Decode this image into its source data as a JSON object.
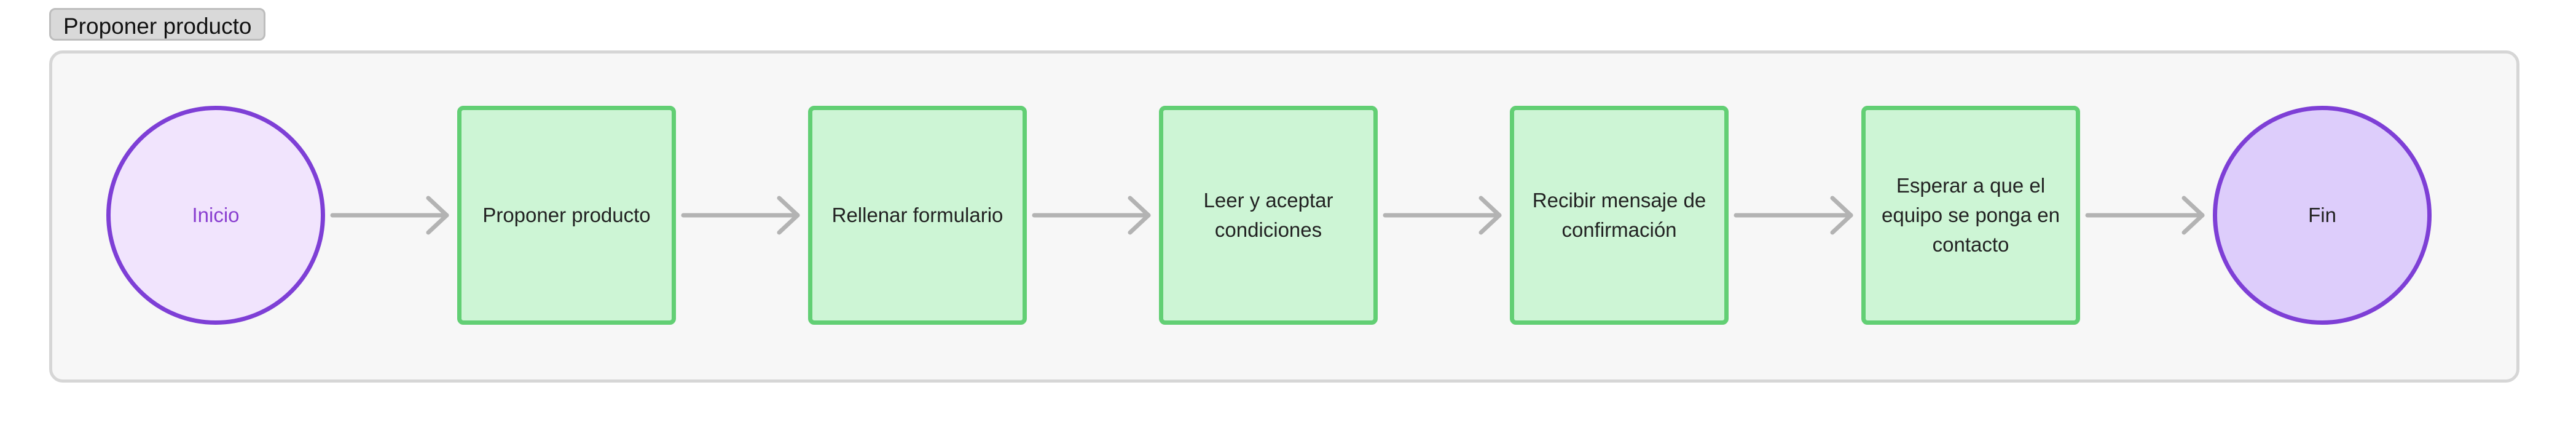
{
  "frame": {
    "label": "Proponer producto"
  },
  "nodes": {
    "start": "Inicio",
    "step1": "Proponer producto",
    "step2": "Rellenar formulario",
    "step3": "Leer y aceptar condiciones",
    "step4": "Recibir mensaje de confirmación",
    "step5": "Esperar a que el equipo se ponga en contacto",
    "end": "Fin"
  },
  "colors": {
    "start_border": "#7e3fd6",
    "start_fill": "#f1e4fd",
    "end_fill": "#ddcdfb",
    "step_border": "#62cf74",
    "step_fill": "#cdf5d5",
    "arrow": "#b3b3b3"
  }
}
